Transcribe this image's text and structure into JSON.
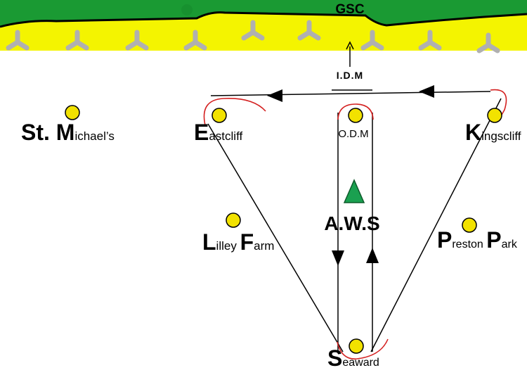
{
  "header": {
    "label": "GSC"
  },
  "markers": {
    "idm": "I.D.M",
    "aws": "A.W.S"
  },
  "places": {
    "st_michaels": {
      "cap": "St. M",
      "rest": "ichael’s"
    },
    "eastcliff": {
      "cap": "E",
      "rest": "astcliff"
    },
    "odm": {
      "cap": "",
      "rest": "O.D.M"
    },
    "kingscliff": {
      "cap": "K",
      "rest": "ingscliff"
    },
    "lilley_farm": {
      "cap1": "L",
      "rest1": "illey ",
      "cap2": "F",
      "rest2": "arm"
    },
    "preston_park": {
      "cap1": "P",
      "rest1": "reston ",
      "cap2": "P",
      "rest2": "ark"
    },
    "seaward": {
      "cap": "S",
      "rest": "eaward"
    }
  },
  "colors": {
    "grass": "#1a9a33",
    "sand": "#f4f400",
    "route": "#000000",
    "loop": "#d42020",
    "point": "#f2e200",
    "aws_triangle": "#1aa050",
    "spinner": "#b0b0b0"
  }
}
